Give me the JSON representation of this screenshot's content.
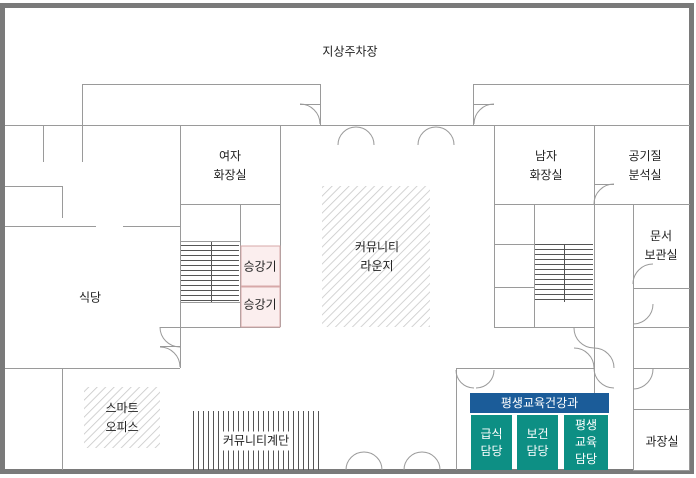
{
  "rooms": {
    "parking": "지상주차장",
    "womens_restroom": "여자\n화장실",
    "mens_restroom": "남자\n화장실",
    "air_lab": "공기질\n분석실",
    "document_storage": "문서\n보관실",
    "community_lounge": "커뮤니티\n라운지",
    "elevator_1": "승강기",
    "elevator_2": "승강기",
    "cafeteria": "식당",
    "smart_office": "스마트\n오피스",
    "community_stairs": "커뮤니티계단",
    "director_office": "과장실"
  },
  "department": {
    "name": "평생교육건강과",
    "teams": [
      "급식\n담당",
      "보건\n담당",
      "평생\n교육\n담당"
    ]
  },
  "colors": {
    "wall": "#7a7a7a",
    "line": "#9a9a9a",
    "department_header": "#1b5c99",
    "team_box": "#0d8f84",
    "elevator_fill": "#fbeeee",
    "hatch": "#c8c8c8"
  }
}
